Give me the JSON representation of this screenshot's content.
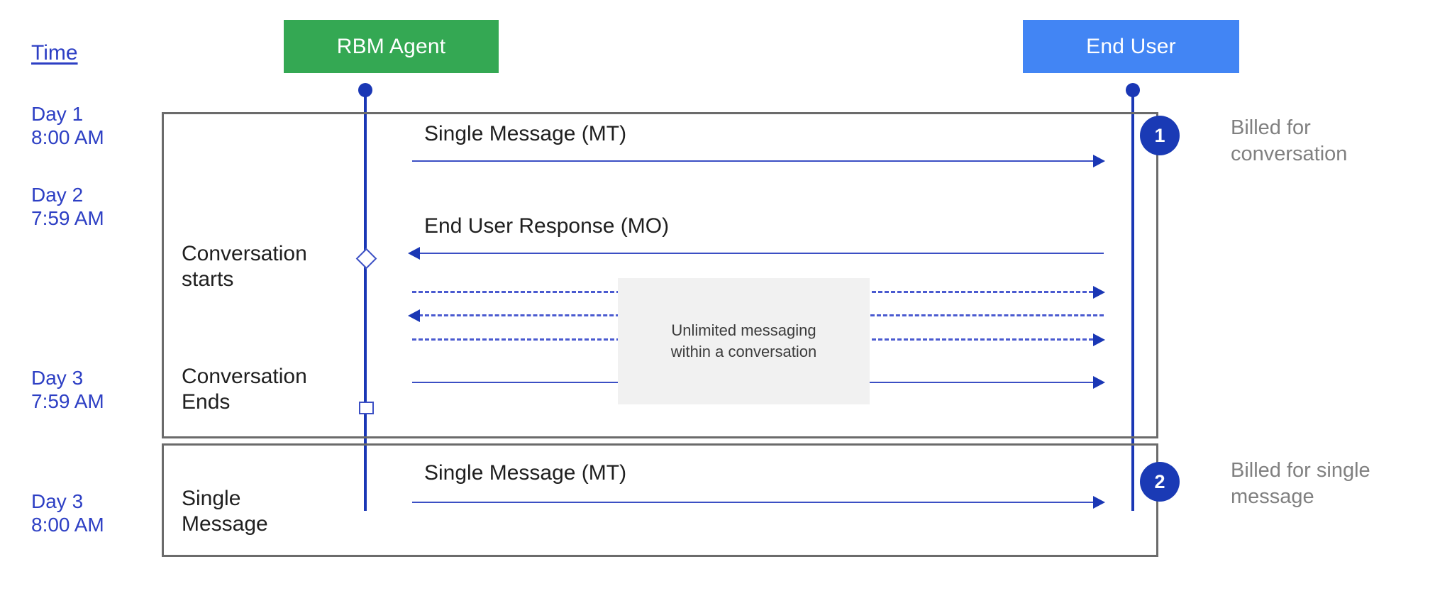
{
  "diagram": {
    "title_column": {
      "time_header": "Time"
    },
    "actors": [
      {
        "id": "rbm-agent",
        "label": "RBM Agent",
        "color": "#34A853"
      },
      {
        "id": "end-user",
        "label": "End User",
        "color": "#4285F4"
      }
    ],
    "timeline": [
      {
        "id": "t1",
        "text": "Day 1\n8:00 AM"
      },
      {
        "id": "t2",
        "text": "Day 2\n7:59 AM"
      },
      {
        "id": "t3",
        "text": "Day 3\n7:59 AM"
      },
      {
        "id": "t4",
        "text": "Day 3\n8:00 AM"
      }
    ],
    "stage_labels": [
      {
        "id": "conversation-starts",
        "text": "Conversation\nstarts"
      },
      {
        "id": "conversation-ends",
        "text": "Conversation\nEnds"
      },
      {
        "id": "single-message",
        "text": "Single\nMessage"
      }
    ],
    "messages": [
      {
        "id": "m1",
        "label": "Single Message (MT)",
        "direction": "right",
        "style": "solid"
      },
      {
        "id": "m2",
        "label": "End User Response (MO)",
        "direction": "left",
        "style": "solid"
      },
      {
        "id": "m3",
        "label": "",
        "direction": "right",
        "style": "dashed"
      },
      {
        "id": "m4",
        "label": "",
        "direction": "left",
        "style": "dashed"
      },
      {
        "id": "m5",
        "label": "",
        "direction": "right",
        "style": "dashed"
      },
      {
        "id": "m6",
        "label": "",
        "direction": "right",
        "style": "solid"
      },
      {
        "id": "m7",
        "label": "Single Message (MT)",
        "direction": "right",
        "style": "solid"
      }
    ],
    "note": {
      "text": "Unlimited messaging\nwithin a conversation"
    },
    "callouts": [
      {
        "id": "callout-1",
        "number": "1",
        "text": "Billed for\nconversation"
      },
      {
        "id": "callout-2",
        "number": "2",
        "text": "Billed for single\nmessage"
      }
    ],
    "colors": {
      "agent_green": "#34A853",
      "user_blue": "#4285F4",
      "lifeline_blue": "#1a37b5",
      "arrow_blue": "#3b4fc4",
      "callout_blue": "#1a3ab5",
      "panel_gray": "#6b6b6b",
      "note_gray": "#f1f1f1",
      "time_text_blue": "#2d3fc4",
      "callout_text_gray": "#808080"
    }
  }
}
